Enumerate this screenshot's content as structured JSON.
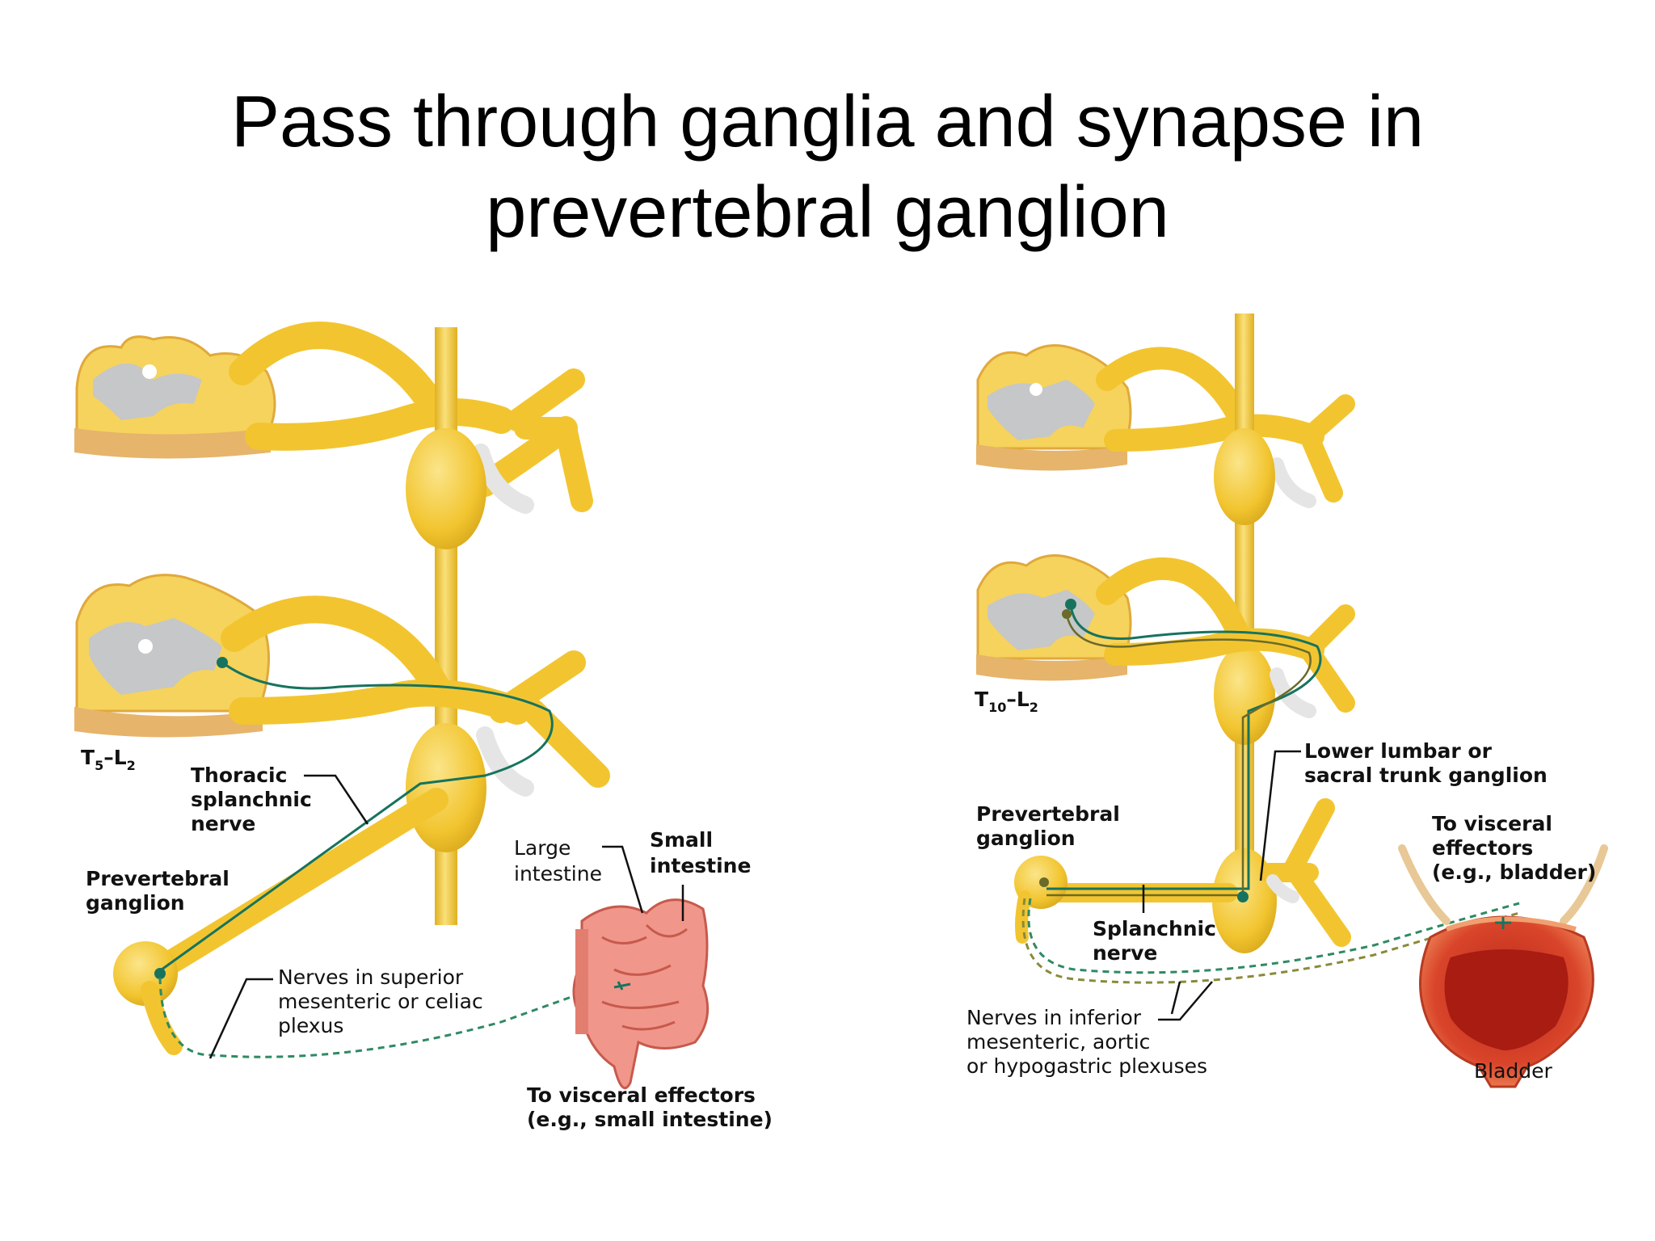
{
  "title": {
    "line1": "Pass through ganglia and synapse in",
    "line2": "prevertebral ganglion"
  },
  "left_panel": {
    "segment_main": "T",
    "segment_sub1": "5",
    "segment_dash": "–L",
    "segment_sub2": "2",
    "thoracic_splanchnic_1": "Thoracic",
    "thoracic_splanchnic_2": "splanchnic",
    "thoracic_splanchnic_3": "nerve",
    "prevertebral_1": "Prevertebral",
    "prevertebral_2": "ganglion",
    "plexus_1": "Nerves in superior",
    "plexus_2": "mesenteric or celiac",
    "plexus_3": "plexus",
    "large_intestine_1": "Large",
    "large_intestine_2": "intestine",
    "small_intestine_1": "Small",
    "small_intestine_2": "intestine",
    "effectors_1": "To visceral effectors",
    "effectors_2": "(e.g., small intestine)"
  },
  "right_panel": {
    "segment_main": "T",
    "segment_sub1": "10",
    "segment_dash": "–L",
    "segment_sub2": "2",
    "lower_lumbar_1": "Lower lumbar or",
    "lower_lumbar_2": "sacral trunk ganglion",
    "prevertebral_1": "Prevertebral",
    "prevertebral_2": "ganglion",
    "effectors_1": "To visceral",
    "effectors_2": "effectors",
    "effectors_3": "(e.g., bladder)",
    "splanchnic_1": "Splanchnic",
    "splanchnic_2": "nerve",
    "plexus_1": "Nerves in inferior",
    "plexus_2": "mesenteric, aortic",
    "plexus_3": "or hypogastric plexuses",
    "bladder": "Bladder"
  },
  "colors": {
    "nerve_yellow": "#f2c530",
    "nerve_light": "#f8dc70",
    "cord_gray": "#c5c7c8",
    "cord_tan": "#e6b46a",
    "neuron_green": "#17735e",
    "postganglionic_dash": "#2e8a63",
    "intestine_pink": "#f1968a",
    "bladder_red": "#d9452a"
  }
}
